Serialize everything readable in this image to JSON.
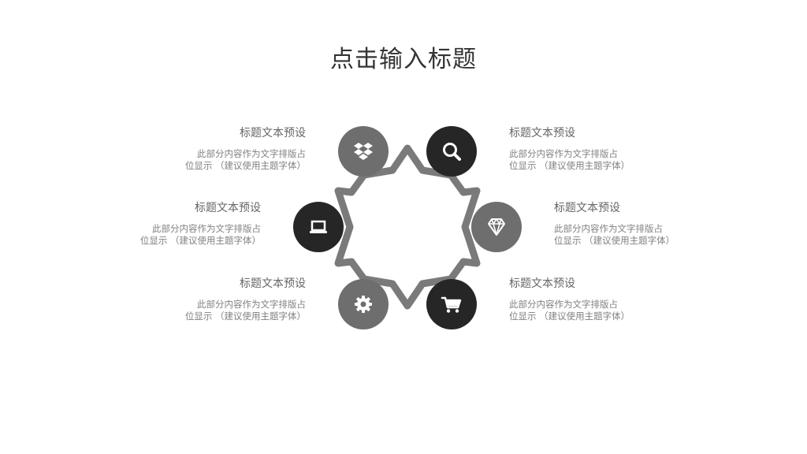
{
  "title": "点击输入标题",
  "items": [
    {
      "title": "标题文本预设",
      "line1": "此部分内容作为文字排版占",
      "line2": "位显示 （建议使用主题字体）",
      "icon": "dropbox-icon"
    },
    {
      "title": "标题文本预设",
      "line1": "此部分内容作为文字排版占",
      "line2": "位显示 （建议使用主题字体）",
      "icon": "search-icon"
    },
    {
      "title": "标题文本预设",
      "line1": "此部分内容作为文字排版占",
      "line2": "位显示 （建议使用主题字体）",
      "icon": "laptop-icon"
    },
    {
      "title": "标题文本预设",
      "line1": "此部分内容作为文字排版占",
      "line2": "位显示 （建议使用主题字体）",
      "icon": "diamond-icon"
    },
    {
      "title": "标题文本预设",
      "line1": "此部分内容作为文字排版占",
      "line2": "位显示 （建议使用主题字体）",
      "icon": "gear-icon"
    },
    {
      "title": "标题文本预设",
      "line1": "此部分内容作为文字排版占",
      "line2": "位显示 （建议使用主题字体）",
      "icon": "cart-icon"
    }
  ],
  "colors": {
    "dark": "#262626",
    "mid": "#6e6e6e",
    "ring": "#7a7a7a"
  }
}
